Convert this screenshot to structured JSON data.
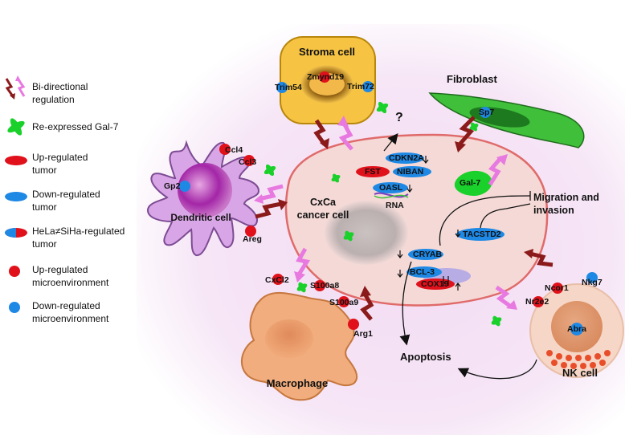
{
  "legend": [
    {
      "icon": "bi-directional-arrow-icon",
      "text": "Bi-directional regulation"
    },
    {
      "icon": "gal7-icon",
      "text": "Re-expressed Gal-7"
    },
    {
      "icon": "red-ellipse-icon",
      "text": "Up-regulated tumor"
    },
    {
      "icon": "blue-ellipse-icon",
      "text": "Down-regulated tumor"
    },
    {
      "icon": "split-ellipse-icon",
      "text": "HeLa≠SiHa-regulated tumor"
    },
    {
      "icon": "red-dot-icon",
      "text": "Up-regulated microenvironment"
    },
    {
      "icon": "blue-dot-icon",
      "text": "Down-regulated microenvironment"
    }
  ],
  "cells": {
    "stroma": "Stroma cell",
    "fibroblast": "Fibroblast",
    "dendritic": "Dendritic cell",
    "cancer": "CxCa\ncancer cell",
    "macrophage": "Macrophage",
    "nk": "NK cell"
  },
  "processes": {
    "question": "?",
    "migration": "Migration and\ninvasion",
    "apoptosis": "Apoptosis"
  },
  "genes": {
    "zmynd19": "Zmynd19",
    "trim54": "Trim54",
    "trim72": "Trim72",
    "sp7": "Sp7",
    "ccl4": "Ccl4",
    "ccl3": "Ccl3",
    "gp2": "Gp2",
    "areg": "Areg",
    "cdkn2a": "CDKN2A",
    "fst": "FST",
    "niban": "NIBAN",
    "oasl": "OASL",
    "rna": "RNA",
    "gal7": "Gal-7",
    "tacstd2": "TACSTD2",
    "cryab": "CRYAB",
    "bcl3": "BCL-3",
    "cox19": "COX19",
    "cxcl2": "CxCl2",
    "s100a8": "S100a8",
    "s100a9": "S100a9",
    "arg1": "Arg1",
    "ncor1": "Ncor1",
    "nkg7": "Nkg7",
    "nr2e2": "Nr2e2",
    "abra": "Abra"
  },
  "colors": {
    "up": "#e0111b",
    "down": "#1e88e5",
    "gal7": "#19d12a",
    "bidirPink": "#e879e0",
    "bidirRed": "#8b1a1a"
  }
}
